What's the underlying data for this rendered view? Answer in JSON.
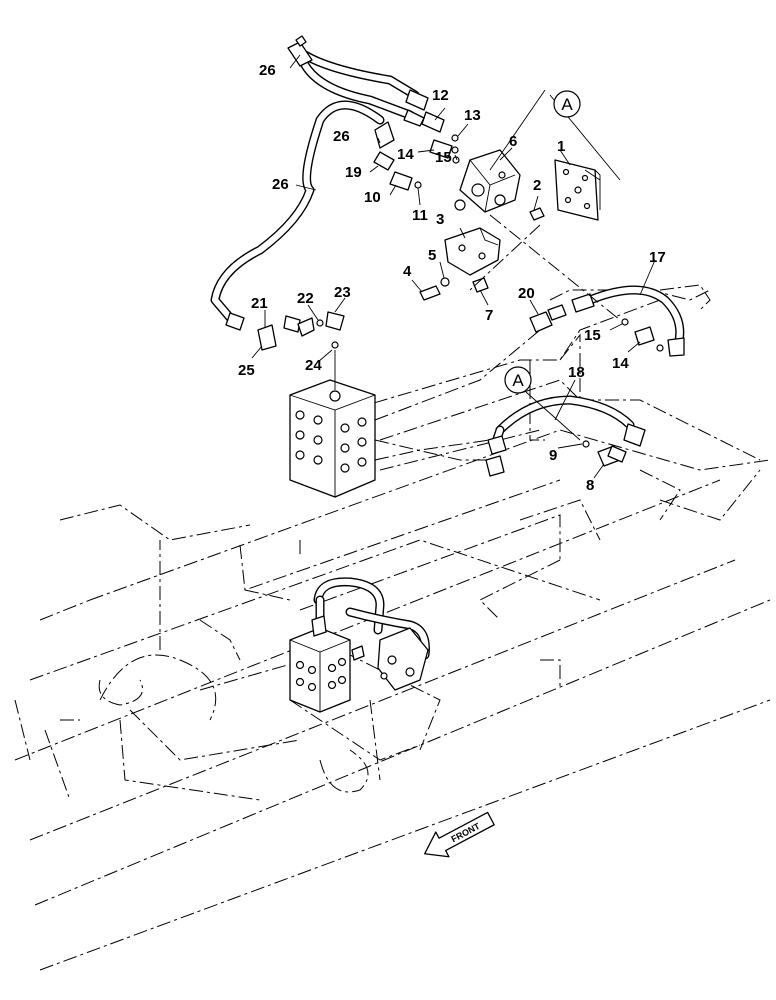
{
  "callouts": [
    "1",
    "2",
    "3",
    "4",
    "5",
    "6",
    "7",
    "8",
    "9",
    "10",
    "11",
    "12",
    "13",
    "14",
    "14",
    "15",
    "15",
    "17",
    "18",
    "19",
    "20",
    "21",
    "22",
    "23",
    "24",
    "25",
    "26",
    "26",
    "26"
  ],
  "view_marker": "A",
  "direction_label": "FRONT"
}
